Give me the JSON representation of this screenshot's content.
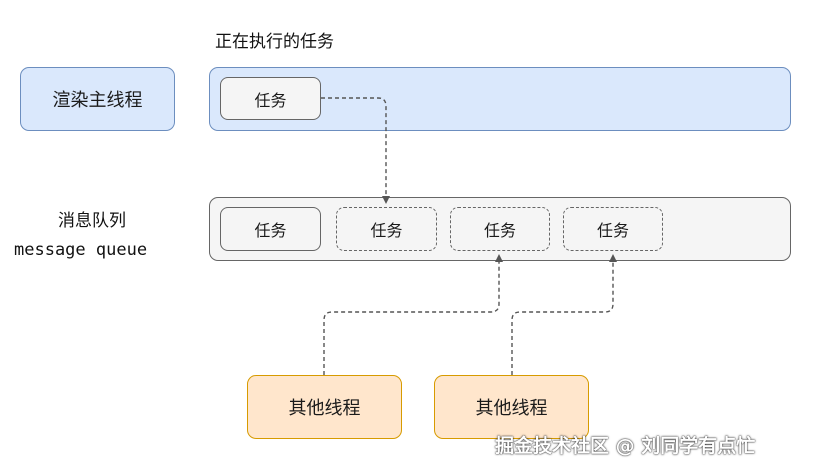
{
  "running_task_label": "正在执行的任务",
  "render_thread_label": "渲染主线程",
  "queue_label_cn": "消息队列",
  "queue_label_en": "message queue",
  "running_task": "任务",
  "queue_tasks": [
    "任务",
    "任务",
    "任务",
    "任务"
  ],
  "other_threads": [
    "其他线程",
    "其他线程"
  ],
  "watermark": "掘金技术社区 @ 刘同学有点忙",
  "colors": {
    "render_fill": "#dae8fc",
    "render_stroke": "#6c8ebf",
    "task_fill": "#f5f5f5",
    "task_stroke": "#666666",
    "thread_fill": "#ffe6cc",
    "thread_stroke": "#d79b00",
    "connector": "#555555"
  }
}
